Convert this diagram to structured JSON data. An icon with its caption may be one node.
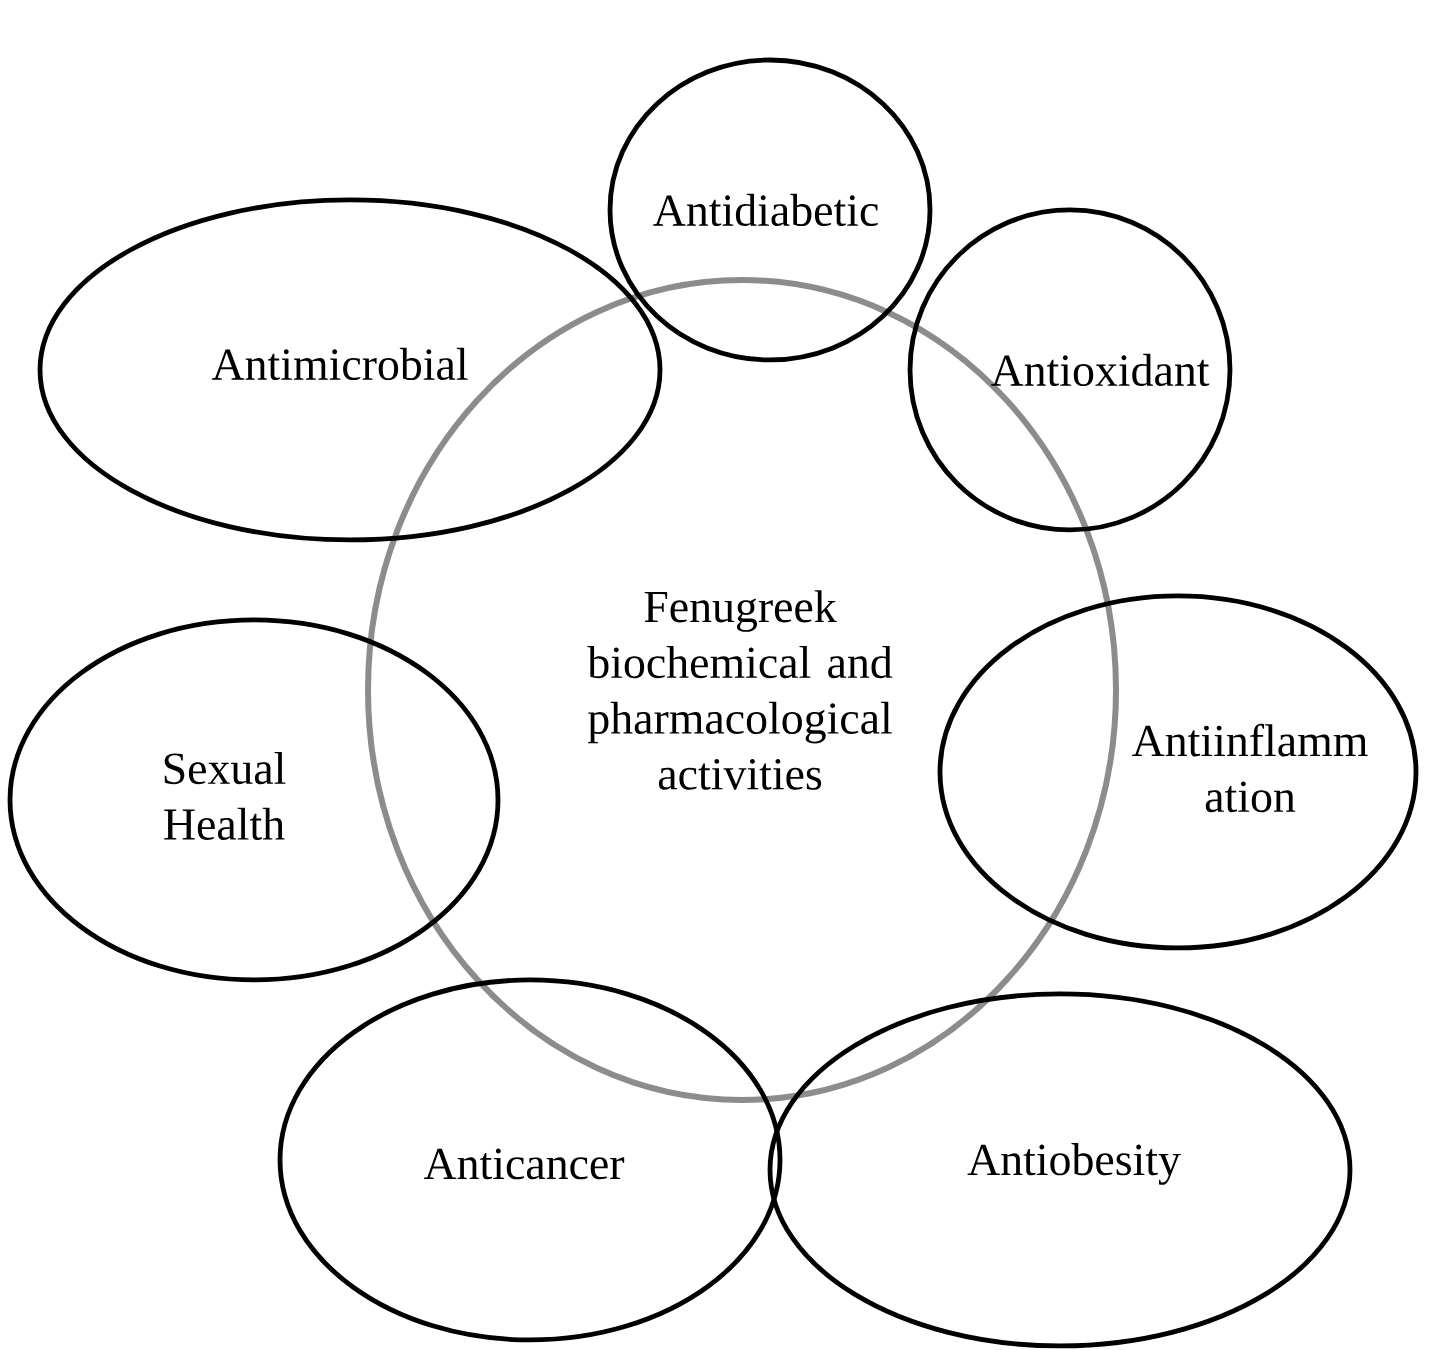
{
  "diagram": {
    "nodes": [
      {
        "text": [
          "Antidiabetic"
        ]
      },
      {
        "text": [
          "Antimicrobial"
        ]
      },
      {
        "text": [
          "Antioxidant"
        ]
      },
      {
        "text": [
          "Fenugreek biochemical and pharmacological activities"
        ]
      },
      {
        "text": [
          "Sexual Health"
        ]
      },
      {
        "text": [
          "Antiinflamm ation"
        ]
      },
      {
        "text": [
          "Anticancer"
        ]
      },
      {
        "text": [
          "Antiobesity"
        ]
      }
    ]
  }
}
